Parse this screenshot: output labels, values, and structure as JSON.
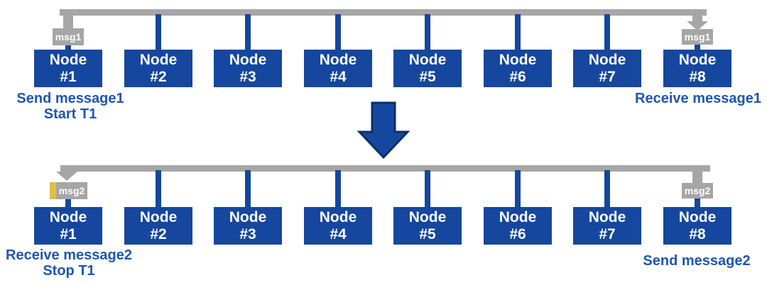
{
  "labels": {
    "node": "Node"
  },
  "colors": {
    "node_blue": "#15479e",
    "bus_gray": "#a6a6a6",
    "caption_blue": "#1e56b0",
    "big_arrow_fill": "#15479e",
    "big_arrow_border": "#0a2e66",
    "highlight_gold": "#e3bf44",
    "background": "#ffffff"
  },
  "top": {
    "nodes": [
      "#1",
      "#2",
      "#3",
      "#4",
      "#5",
      "#6",
      "#7",
      "#8"
    ],
    "msg_label_left": "msg1",
    "msg_label_right": "msg1",
    "caption_left": [
      "Send message1",
      "Start T1"
    ],
    "caption_right": "Receive message1"
  },
  "bottom": {
    "nodes": [
      "#1",
      "#2",
      "#3",
      "#4",
      "#5",
      "#6",
      "#7",
      "#8"
    ],
    "msg_label_left": "msg2",
    "msg_label_right": "msg2",
    "caption_left": [
      "Receive message2",
      "Stop T1"
    ],
    "caption_right": "Send message2"
  }
}
